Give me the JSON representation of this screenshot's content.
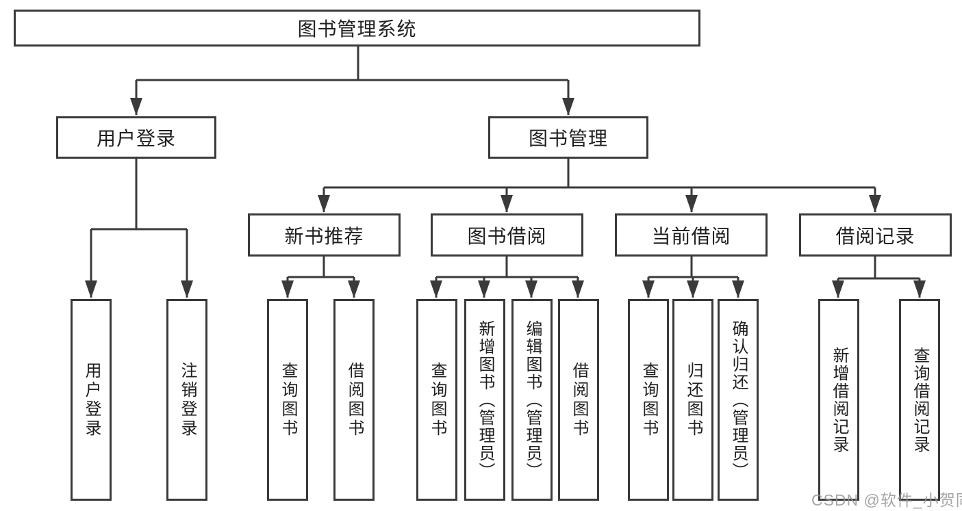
{
  "diagram": {
    "title": "图书管理系统",
    "branches": [
      {
        "label": "用户登录",
        "children": [
          {
            "label": "用户登录"
          },
          {
            "label": "注销登录"
          }
        ]
      },
      {
        "label": "图书管理",
        "children": [
          {
            "label": "新书推荐",
            "children": [
              {
                "label": "查询图书"
              },
              {
                "label": "借阅图书"
              }
            ]
          },
          {
            "label": "图书借阅",
            "children": [
              {
                "label": "查询图书"
              },
              {
                "label": "新增图书（管理员）"
              },
              {
                "label": "编辑图书（管理员）"
              },
              {
                "label": "借阅图书"
              }
            ]
          },
          {
            "label": "当前借阅",
            "children": [
              {
                "label": "查询图书"
              },
              {
                "label": "归还图书"
              },
              {
                "label": "确认归还（管理员）"
              }
            ]
          },
          {
            "label": "借阅记录",
            "children": [
              {
                "label": "新增借阅记录"
              },
              {
                "label": "查询借阅记录"
              }
            ]
          }
        ]
      }
    ]
  },
  "watermark": {
    "text": "CSDN @软件_小贺同学"
  },
  "colors": {
    "line": "#3a3a3a",
    "box_border": "#3a3a3a",
    "text": "#1f1f1f",
    "background": "#ffffff",
    "watermark": "#969696"
  }
}
